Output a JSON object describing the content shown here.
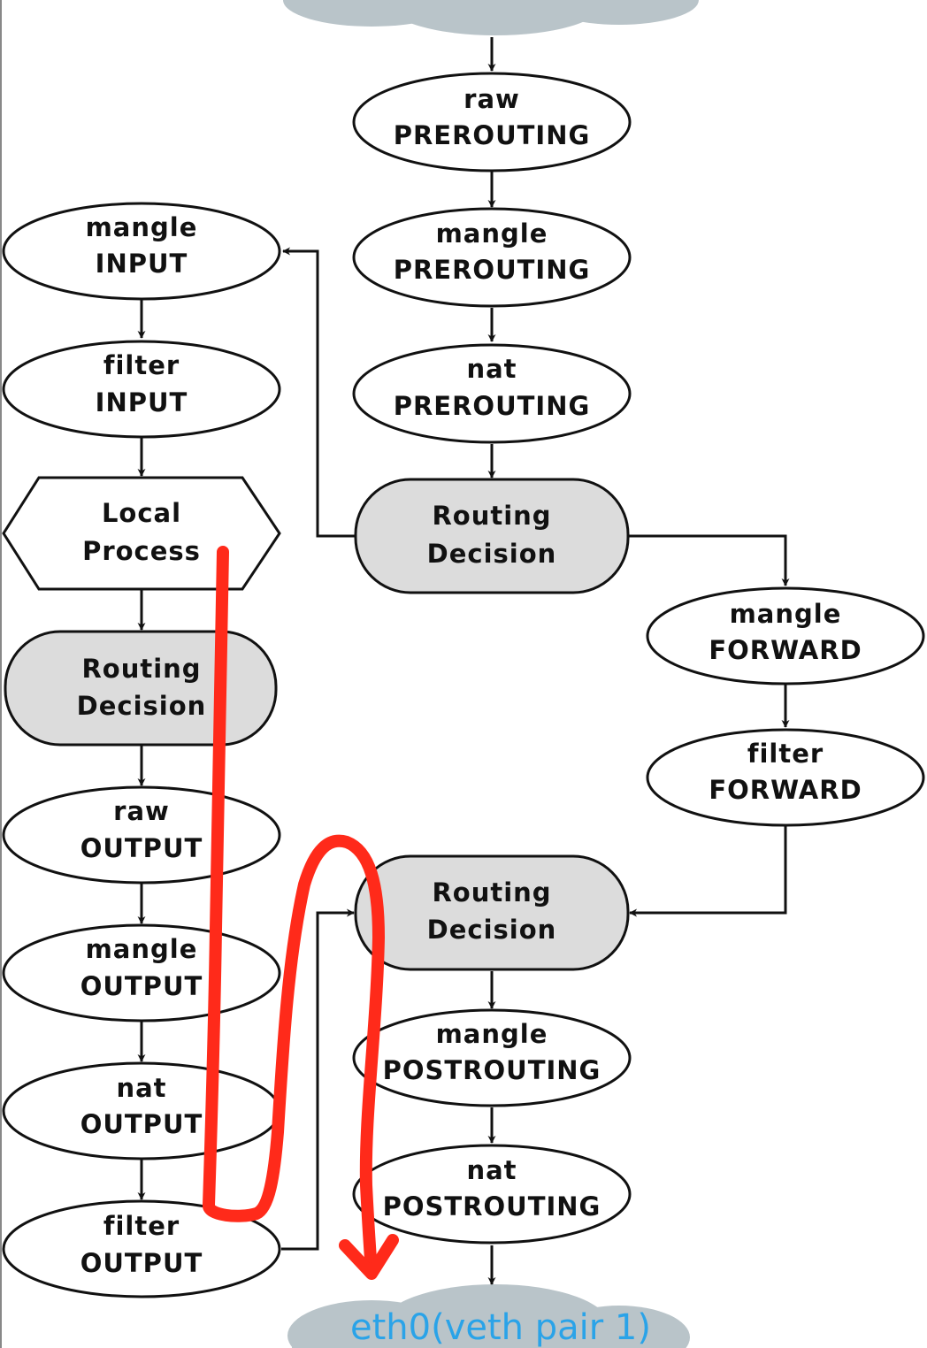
{
  "diagram": {
    "nodes": {
      "raw_prerouting": {
        "line1": "raw",
        "line2": "PREROUTING"
      },
      "mangle_prerouting": {
        "line1": "mangle",
        "line2": "PREROUTING"
      },
      "nat_prerouting": {
        "line1": "nat",
        "line2": "PREROUTING"
      },
      "routing_decision_1": {
        "line1": "Routing",
        "line2": "Decision"
      },
      "mangle_input": {
        "line1": "mangle",
        "line2": "INPUT"
      },
      "filter_input": {
        "line1": "filter",
        "line2": "INPUT"
      },
      "local_process": {
        "line1": "Local",
        "line2": "Process"
      },
      "routing_decision_2": {
        "line1": "Routing",
        "line2": "Decision"
      },
      "raw_output": {
        "line1": "raw",
        "line2": "OUTPUT"
      },
      "mangle_output": {
        "line1": "mangle",
        "line2": "OUTPUT"
      },
      "nat_output": {
        "line1": "nat",
        "line2": "OUTPUT"
      },
      "filter_output": {
        "line1": "filter",
        "line2": "OUTPUT"
      },
      "mangle_forward": {
        "line1": "mangle",
        "line2": "FORWARD"
      },
      "filter_forward": {
        "line1": "filter",
        "line2": "FORWARD"
      },
      "routing_decision_3": {
        "line1": "Routing",
        "line2": "Decision"
      },
      "mangle_postrouting": {
        "line1": "mangle",
        "line2": "POSTROUTING"
      },
      "nat_postrouting": {
        "line1": "nat",
        "line2": "POSTROUTING"
      }
    },
    "bottom_cloud_label": "eth0(veth pair 1)",
    "colors": {
      "decision_fill": "#dcdcdc",
      "cloud_fill": "#b9c4c9",
      "annotation_red": "#ff2a1a",
      "cloud_label": "#2aa3e8"
    }
  }
}
